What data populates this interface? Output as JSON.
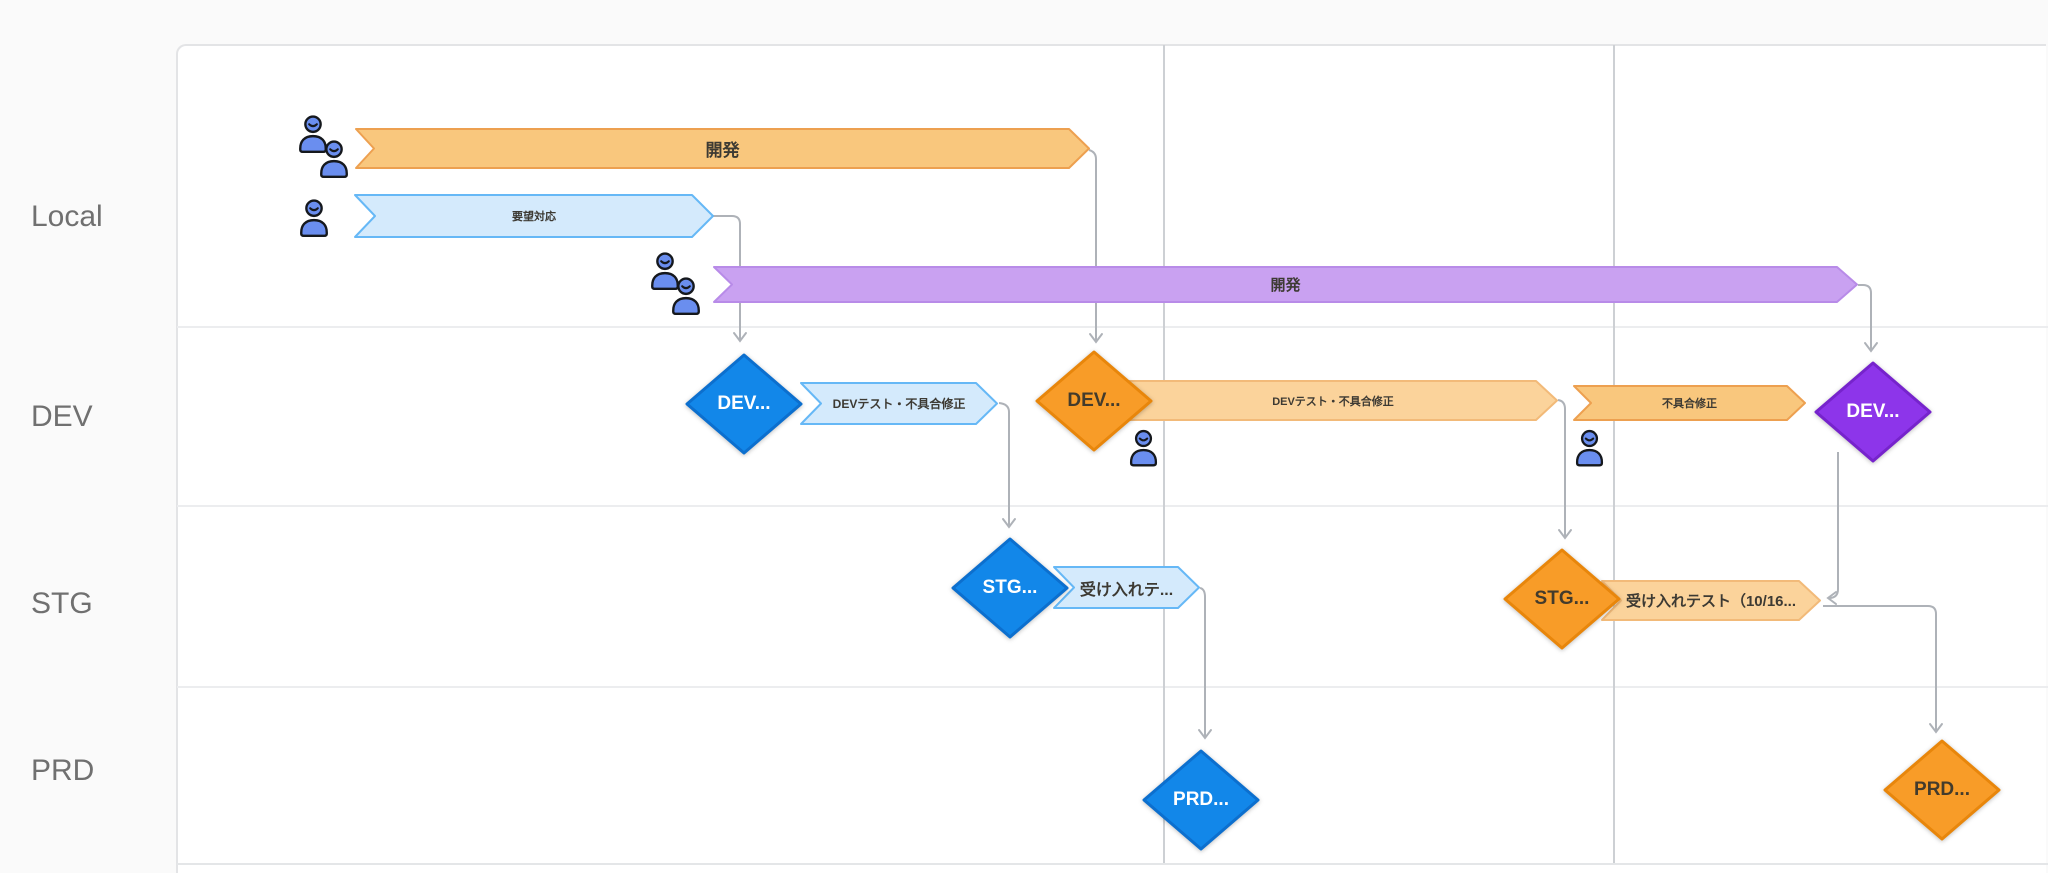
{
  "sidebar": {
    "lanes": [
      {
        "label": "Local"
      },
      {
        "label": "DEV"
      },
      {
        "label": "STG"
      },
      {
        "label": "PRD"
      }
    ]
  },
  "tasks": {
    "local_dev": {
      "label": "開発",
      "color": "#F9C77D"
    },
    "local_request": {
      "label": "要望対応",
      "color": "#D4EAFC"
    },
    "local_dev_2": {
      "label": "開発",
      "color": "#C9A1F1"
    },
    "dev_test_fix_small": {
      "label": "DEVテスト・不具合修正",
      "color": "#D4EAFC"
    },
    "dev_test_fix_wide": {
      "label": "DEVテスト・不具合修正",
      "color": "#FBD39B"
    },
    "bug_fix": {
      "label": "不具合修正",
      "color": "#F9C77D"
    },
    "stg_acceptance": {
      "label": "受け入れテ...",
      "color": "#D4EAFC"
    },
    "stg_acceptance_dated": {
      "label": "受け入れテスト（10/16...",
      "color": "#FBD39B"
    }
  },
  "milestones": {
    "dev_blue": {
      "label": "DEV...",
      "color": "#1287E9"
    },
    "dev_orange": {
      "label": "DEV...",
      "color": "#F89C28"
    },
    "dev_purple": {
      "label": "DEV...",
      "color": "#8D35EA"
    },
    "stg_blue": {
      "label": "STG...",
      "color": "#1287E9"
    },
    "stg_orange": {
      "label": "STG...",
      "color": "#F89C28"
    },
    "prd_blue": {
      "label": "PRD...",
      "color": "#1287E9"
    },
    "prd_orange": {
      "label": "PRD...",
      "color": "#F89C28"
    }
  },
  "icons": {
    "single_person": "person-icon",
    "pair_person": "people-pair-icon",
    "person_color": "#6A8EEF"
  },
  "colors": {
    "connector": "#AEB2B8",
    "gridline": "#CDD0D4",
    "lane_divider": "#ECEDEF",
    "card_border": "#E3E4E6",
    "lane_label": "#707070",
    "page_background": "#FAFAFA",
    "canvas_background": "#FFFFFF"
  }
}
